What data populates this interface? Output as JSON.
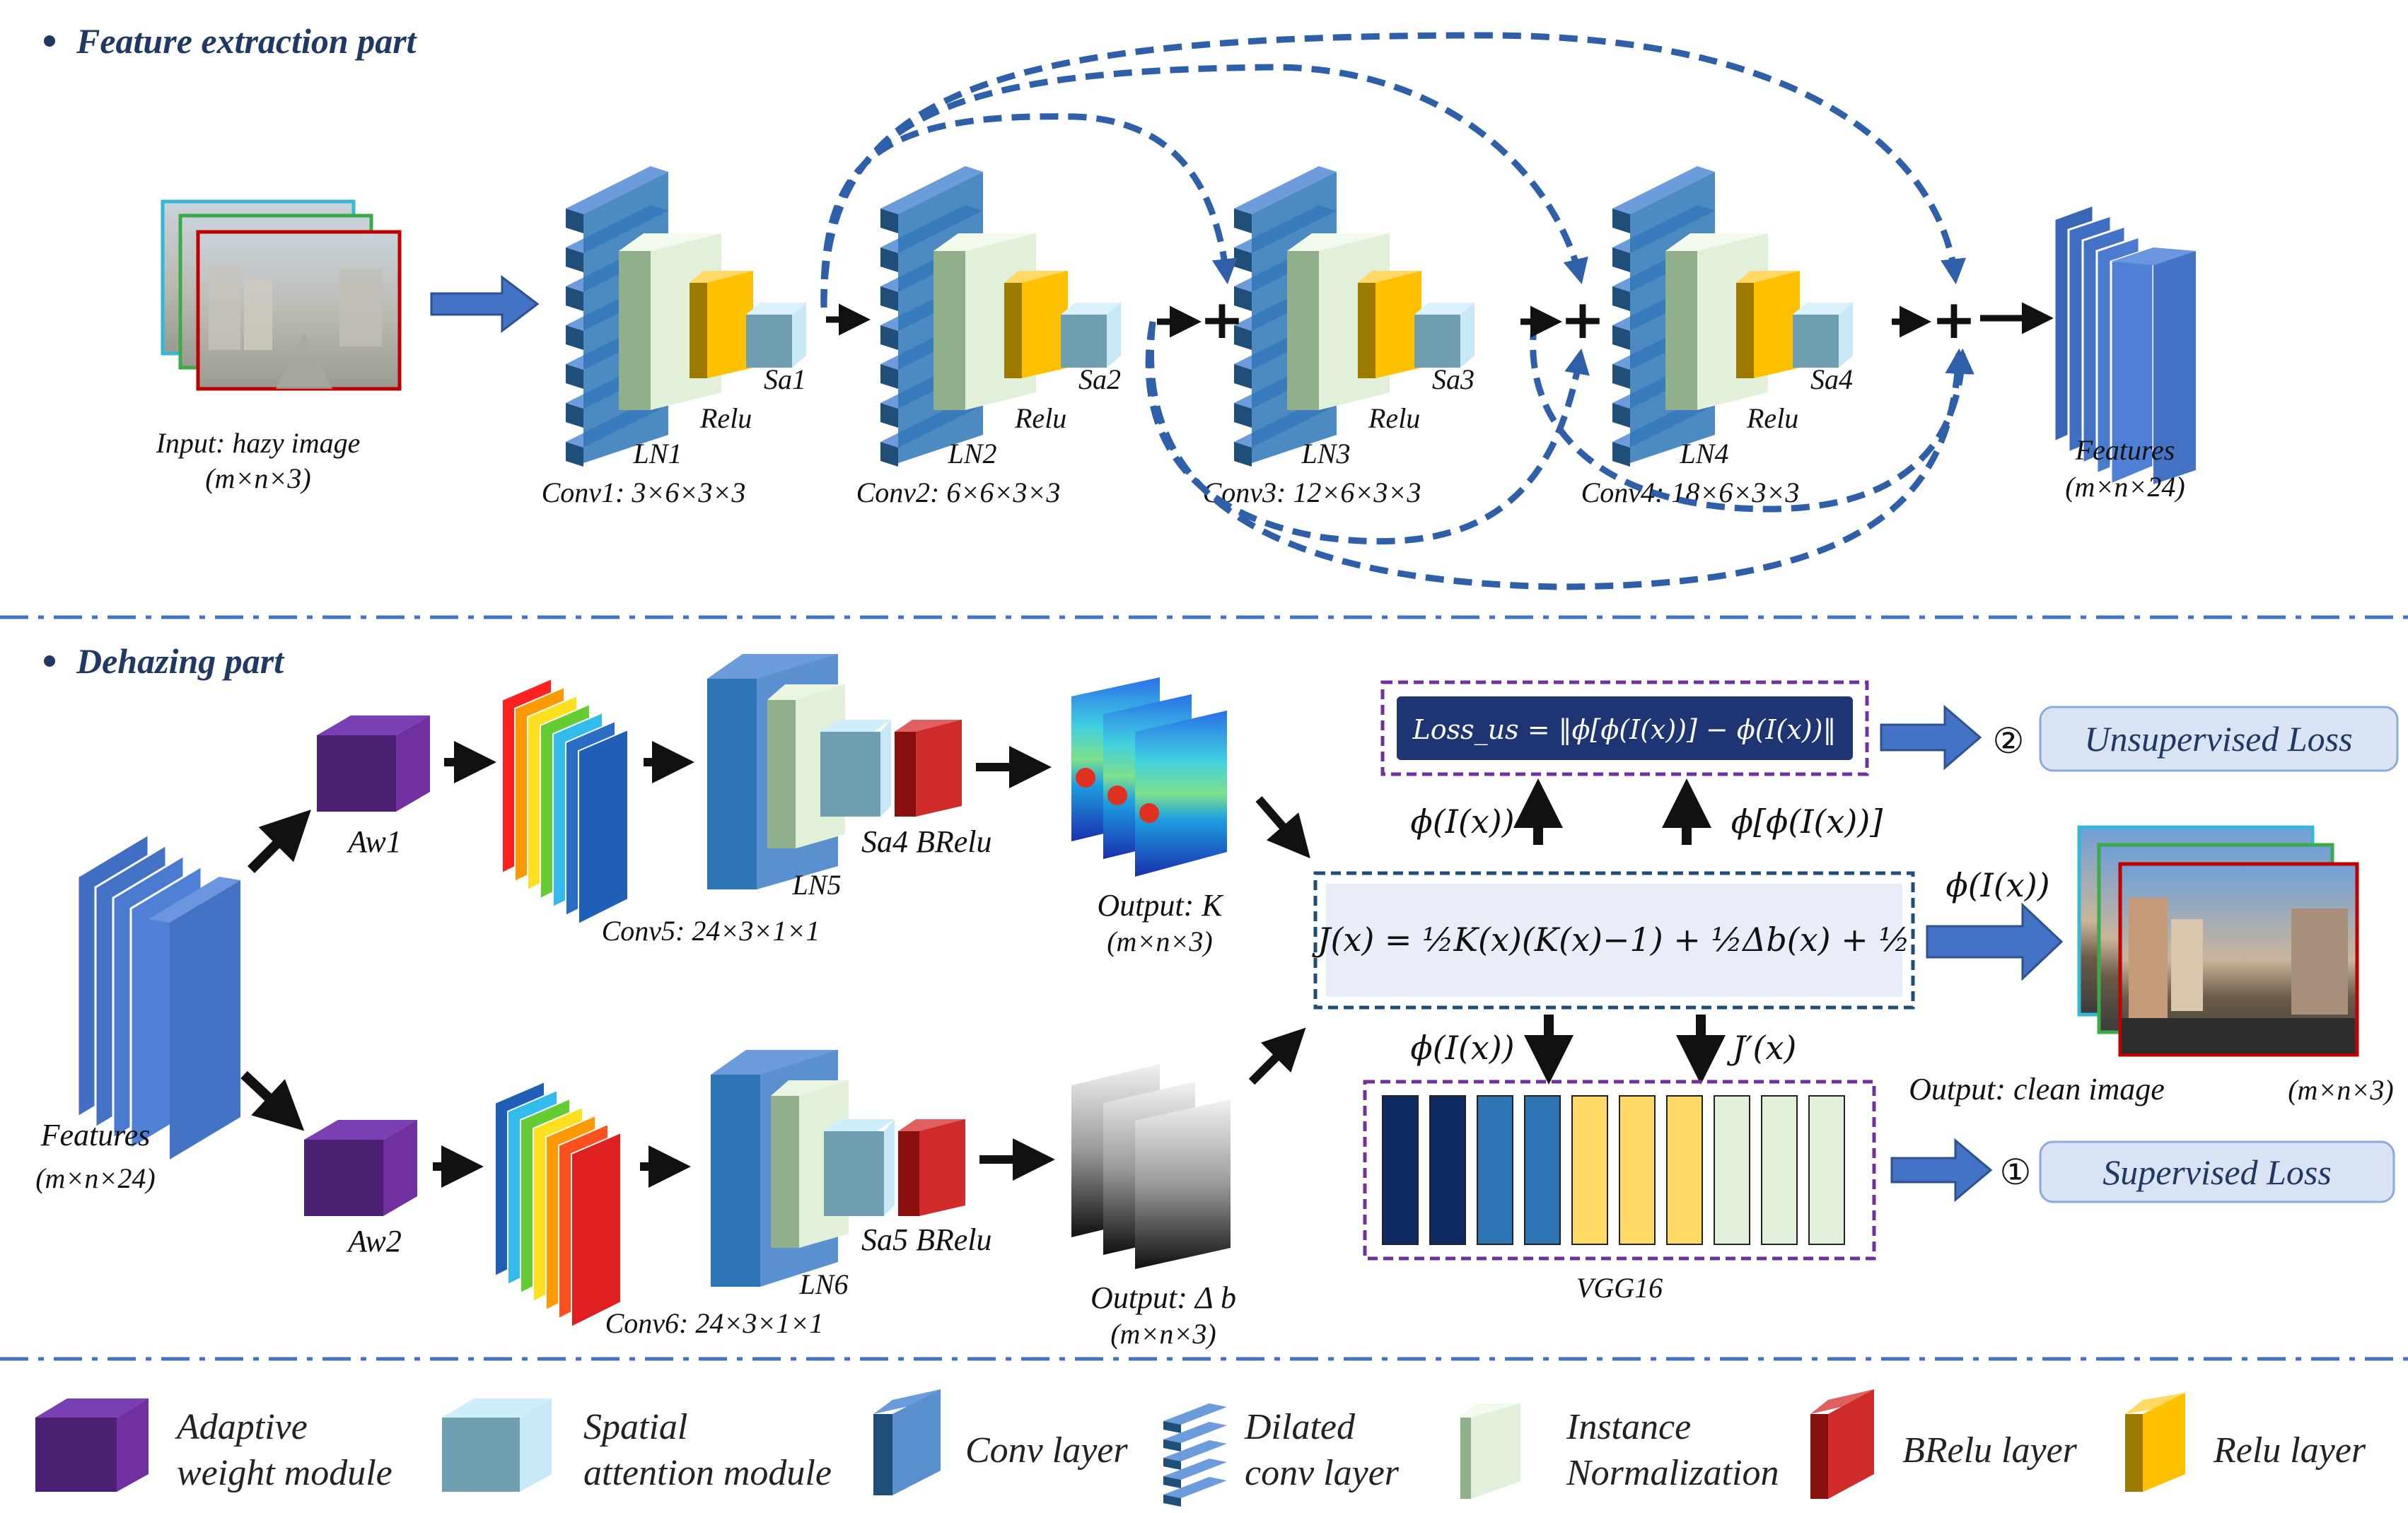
{
  "sections": {
    "feature_extraction": "Feature extraction part",
    "dehazing": "Dehazing part"
  },
  "feature_part": {
    "input_label": "Input: hazy image",
    "input_dims": "(m×n×3)",
    "features_label": "Features",
    "features_dims": "(m×n×24)",
    "blocks": [
      {
        "ln": "LN1",
        "conv": "Conv1: 3×6×3×3",
        "sa": "Sa1",
        "relu": "Relu"
      },
      {
        "ln": "LN2",
        "conv": "Conv2: 6×6×3×3",
        "sa": "Sa2",
        "relu": "Relu"
      },
      {
        "ln": "LN3",
        "conv": "Conv3: 12×6×3×3",
        "sa": "Sa3",
        "relu": "Relu"
      },
      {
        "ln": "LN4",
        "conv": "Conv4: 18×6×3×3",
        "sa": "Sa4",
        "relu": "Relu"
      }
    ]
  },
  "dehazing_part": {
    "features_label": "Features",
    "features_dims": "(m×n×24)",
    "aw1": "Aw1",
    "aw2": "Aw2",
    "ln5": "LN5",
    "ln6": "LN6",
    "sa4_brelu": "Sa4  BRelu",
    "sa5_brelu": "Sa5  BRelu",
    "conv5": "Conv5: 24×3×1×1",
    "conv6": "Conv6: 24×3×1×1",
    "output_k": "Output: K",
    "output_k_dims": "(m×n×3)",
    "output_db": "Output: Δ b",
    "output_db_dims": "(m×n×3)",
    "loss_formula": "Loss_us = ‖ϕ[ϕ(I(x))] − ϕ(I(x))‖",
    "phi_label_1": "ϕ(I(x))",
    "phi_phi_label": "ϕ[ϕ(I(x))]",
    "j_equation": "J(x) = ½K(x)(K(x)−1) + ½Δb(x) + ½",
    "phi_label_2": "ϕ(I(x))",
    "phi_label_3": "ϕ(I(x))",
    "j_prime": "J′(x)",
    "vgg_label": "VGG16",
    "unsupervised_num": "②",
    "unsupervised_loss": "Unsupervised Loss",
    "supervised_num": "①",
    "supervised_loss": "Supervised Loss",
    "output_clean": "Output: clean image",
    "output_clean_dims": "(m×n×3)"
  },
  "legend": [
    {
      "label1": "Adaptive",
      "label2": "weight module",
      "icon": "adaptive-weight-icon",
      "color": "#5b2d8e"
    },
    {
      "label1": "Spatial",
      "label2": "attention module",
      "icon": "spatial-attention-icon",
      "color": "#7fb2c5"
    },
    {
      "label1": "Conv layer",
      "label2": "",
      "icon": "conv-layer-icon",
      "color": "#4472c4"
    },
    {
      "label1": "Dilated",
      "label2": "conv layer",
      "icon": "dilated-conv-icon",
      "color": "#2e75b6"
    },
    {
      "label1": "Instance",
      "label2": "Normalization",
      "icon": "instance-norm-icon",
      "color": "#e2f0d9"
    },
    {
      "label1": "BRelu layer",
      "label2": "",
      "icon": "brelu-layer-icon",
      "color": "#c00000"
    },
    {
      "label1": "Relu layer",
      "label2": "",
      "icon": "relu-layer-icon",
      "color": "#ffc000"
    }
  ]
}
